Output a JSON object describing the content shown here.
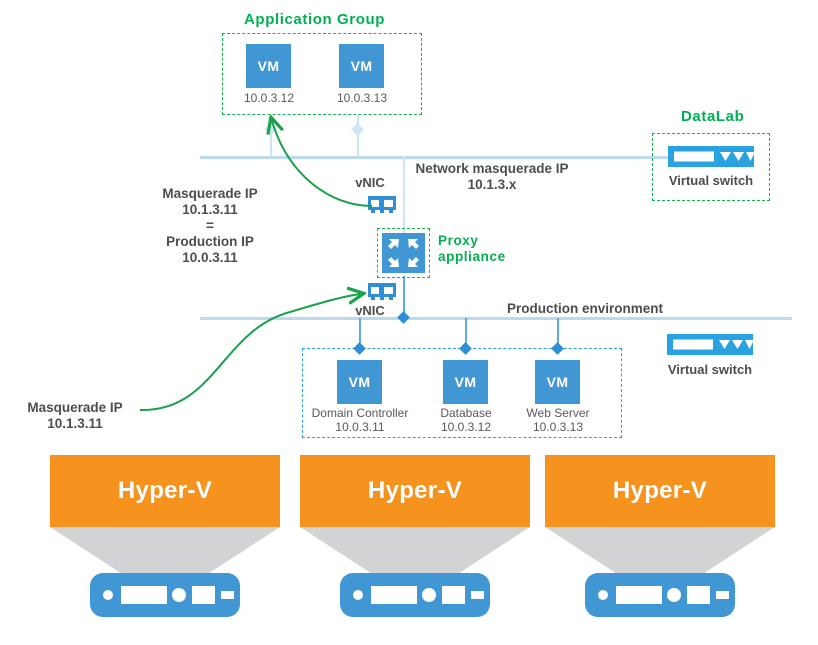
{
  "diagram": {
    "title_app_group": "Application Group",
    "title_datalab": "DataLab",
    "title_proxy": "Proxy\nappliance",
    "proxy_line1": "Proxy",
    "proxy_line2": "appliance",
    "network_masquerade_line1": "Network masquerade IP",
    "network_masquerade_line2": "10.1.3.x",
    "production_environment": "Production environment",
    "vnic_top": "vNIC",
    "vnic_bottom": "vNIC",
    "virtual_switch_top": "Virtual switch",
    "virtual_switch_bottom": "Virtual switch",
    "masquerade_block": {
      "line1": "Masquerade IP",
      "line2": "10.1.3.11",
      "line3": "=",
      "line4": "Production IP",
      "line5": "10.0.3.11"
    },
    "masquerade_bottom": {
      "line1": "Masquerade IP",
      "line2": "10.1.3.11"
    },
    "app_group_vms": [
      {
        "label": "VM",
        "ip": "10.0.3.12"
      },
      {
        "label": "VM",
        "ip": "10.0.3.13"
      }
    ],
    "production_vms": [
      {
        "label": "VM",
        "name": "Domain Controller",
        "ip": "10.0.3.11"
      },
      {
        "label": "VM",
        "name": "Database",
        "ip": "10.0.3.12"
      },
      {
        "label": "VM",
        "name": "Web Server",
        "ip": "10.0.3.13"
      }
    ],
    "hosts": [
      {
        "label": "Hyper-V"
      },
      {
        "label": "Hyper-V"
      },
      {
        "label": "Hyper-V"
      }
    ],
    "colors": {
      "vm_blue": "#4196D4",
      "green": "#00B050",
      "dashed_green": "#14B44A",
      "dashed_blue": "#29A3E0",
      "orange": "#F6921E",
      "gray_funnel": "#D2D3D5",
      "netline": "#BBD9F0",
      "text_dark": "#58595B"
    },
    "icons": {
      "vnic": "network-card-icon",
      "proxy": "proxy-appliance-icon",
      "switch": "virtual-switch-icon",
      "server": "server-icon"
    }
  }
}
